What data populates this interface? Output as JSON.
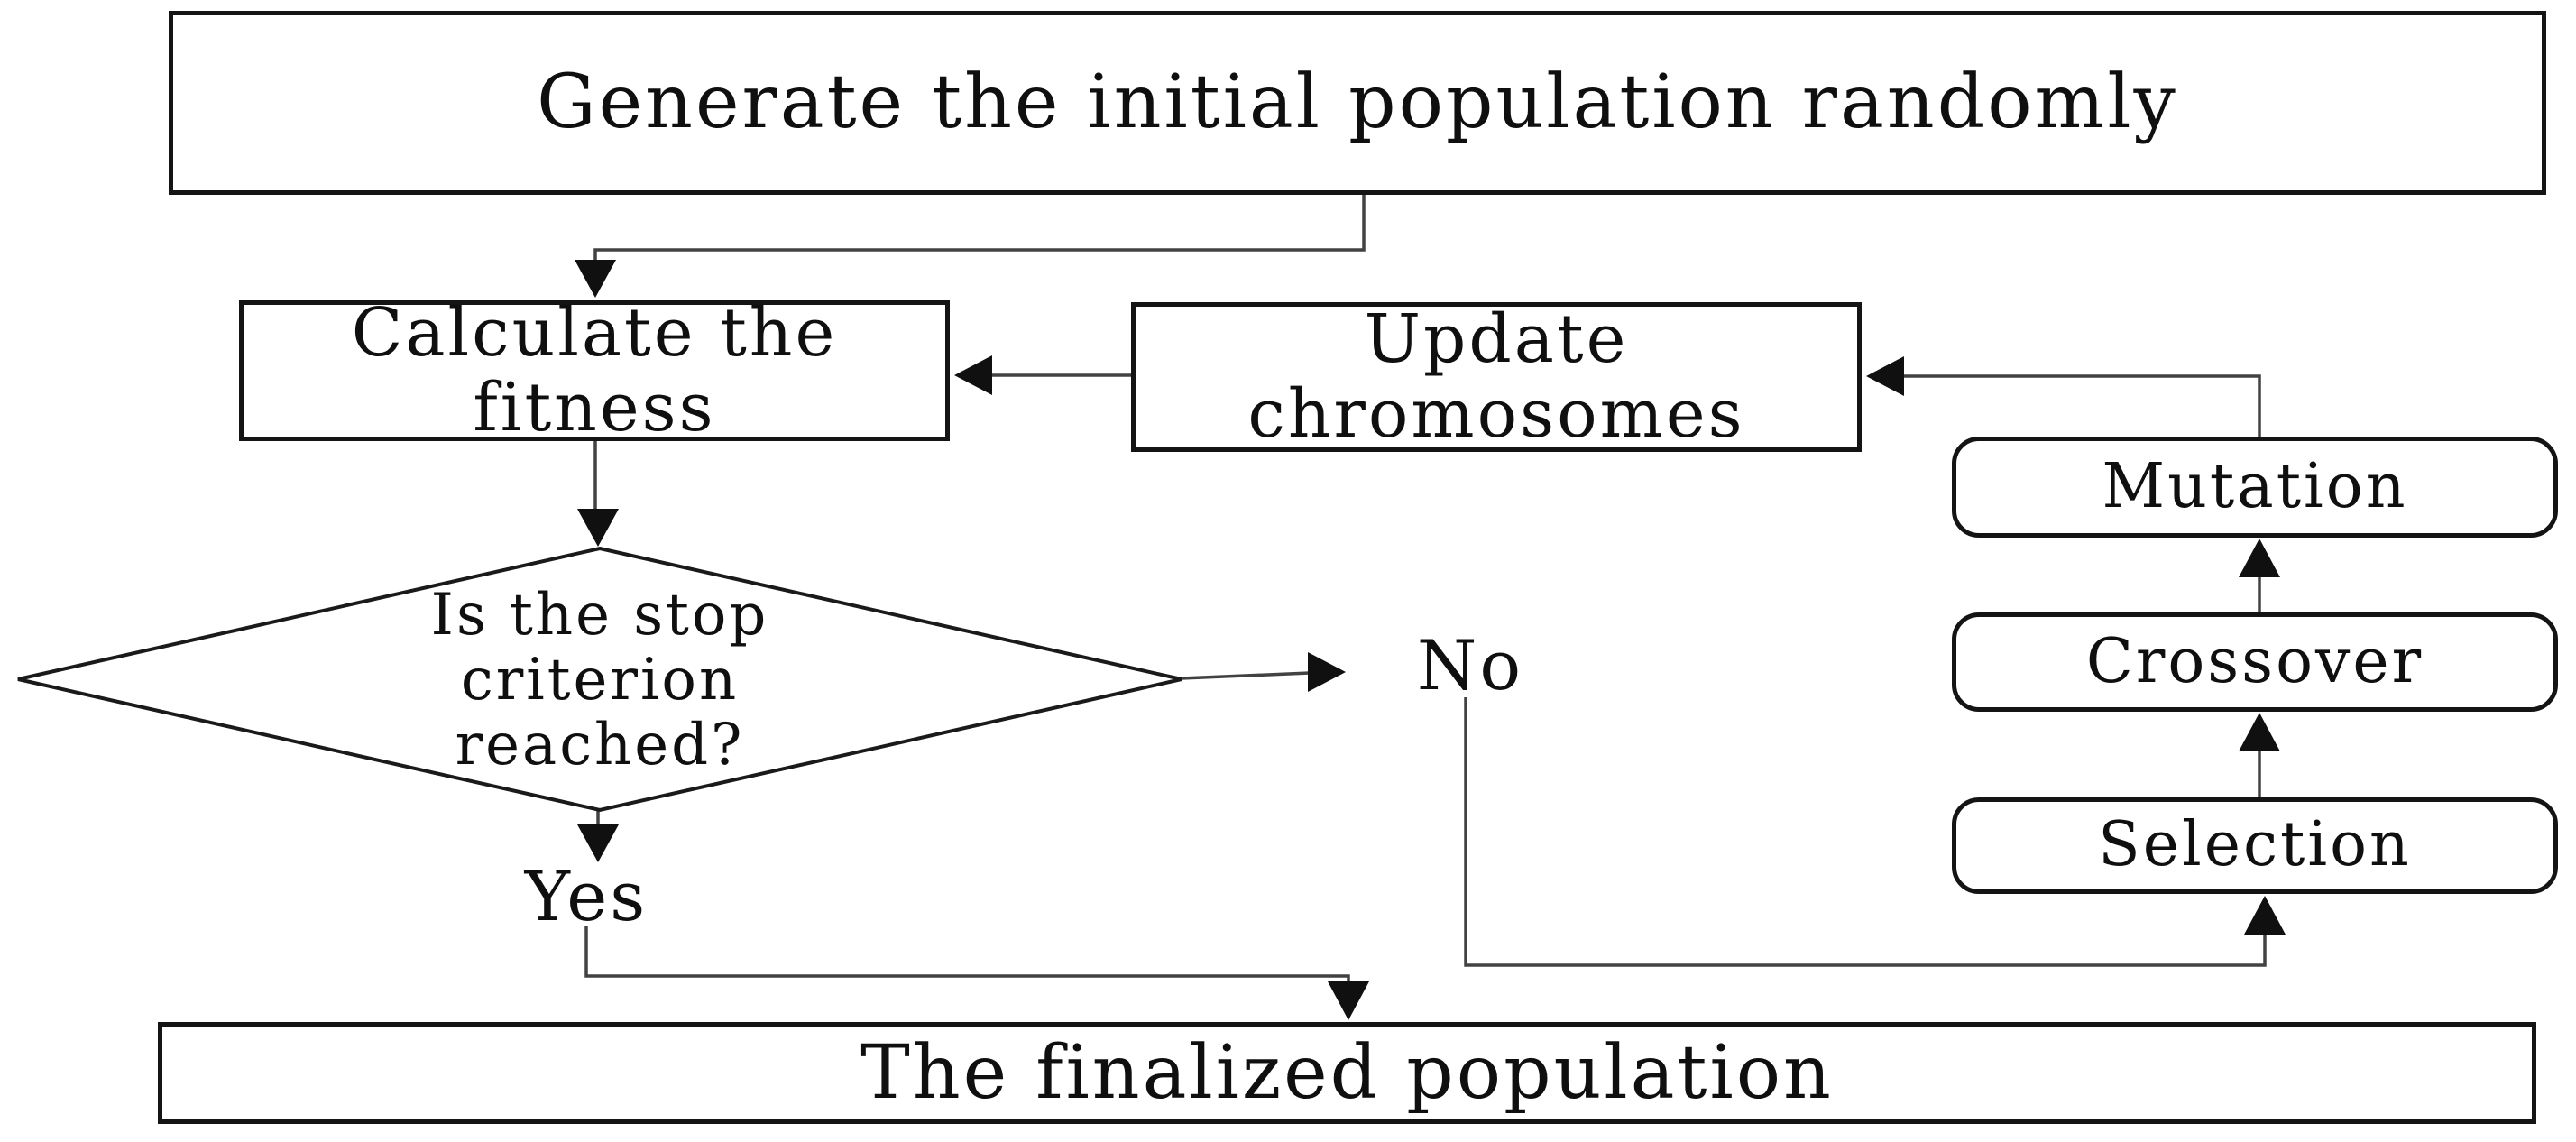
{
  "diagram": {
    "nodes": {
      "generate": {
        "label": "Generate the initial population randomly"
      },
      "calculate": {
        "label": "Calculate the\nfitness"
      },
      "update": {
        "label": "Update\nchromosomes"
      },
      "mutation": {
        "label": "Mutation"
      },
      "crossover": {
        "label": "Crossover"
      },
      "selection": {
        "label": "Selection"
      },
      "decision": {
        "label": "Is the stop\ncriterion\nreached?"
      },
      "final": {
        "label": "The finalized population"
      }
    },
    "edge_labels": {
      "no": "No",
      "yes": "Yes"
    },
    "colors": {
      "background": "#ffffff",
      "node_fill": "#ffffff",
      "node_border": "#141414",
      "connector": "#424242",
      "arrowhead": "#101010",
      "text": "#0f0f0f"
    }
  }
}
